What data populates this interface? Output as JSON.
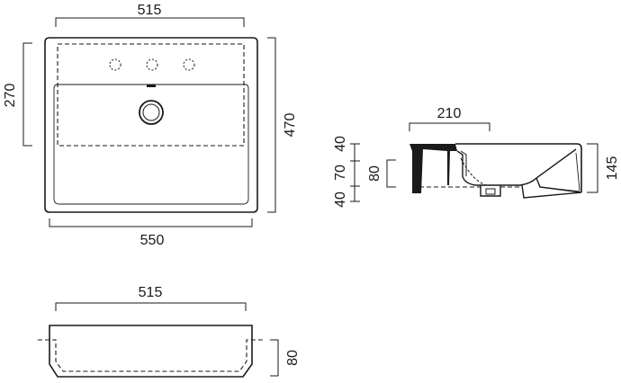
{
  "top_view": {
    "dim_top": "515",
    "dim_left": "270",
    "dim_right": "470",
    "dim_bottom": "550"
  },
  "section_view": {
    "dim_top": "210",
    "dim_40_top": "40",
    "dim_70": "70",
    "dim_40_bottom": "40",
    "dim_80": "80",
    "dim_145": "145"
  },
  "front_view": {
    "dim_top": "515",
    "dim_right": "80"
  }
}
